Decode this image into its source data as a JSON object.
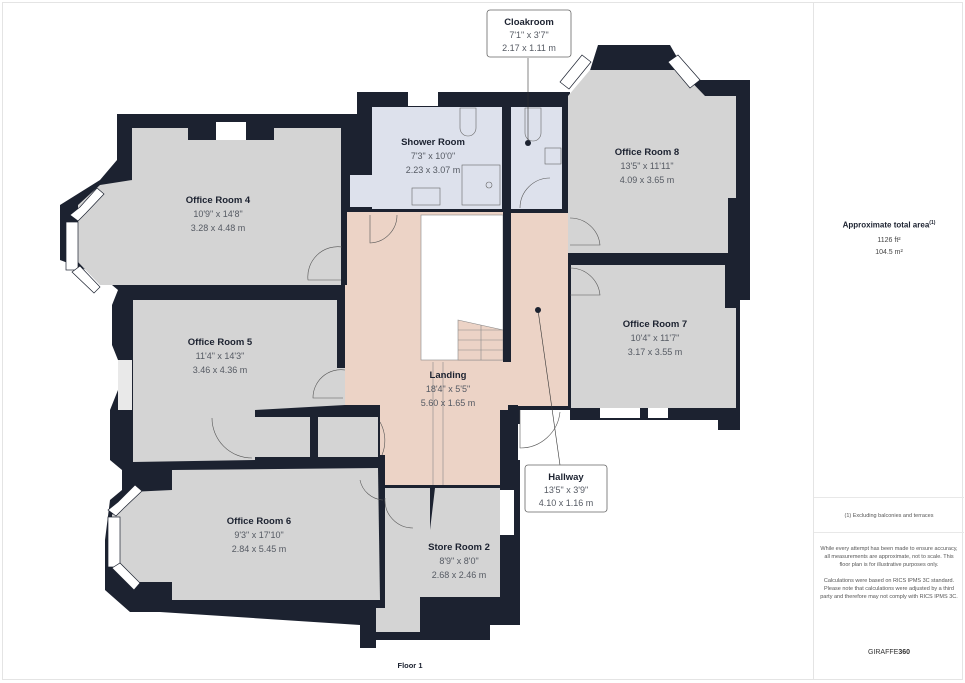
{
  "floor_label": "Floor 1",
  "rooms": {
    "office4": {
      "name": "Office Room 4",
      "imperial": "10'9\" x 14'8\"",
      "metric": "3.28 x 4.48 m"
    },
    "office5": {
      "name": "Office Room 5",
      "imperial": "11'4\" x 14'3\"",
      "metric": "3.46 x 4.36 m"
    },
    "office6": {
      "name": "Office Room 6",
      "imperial": "9'3\" x 17'10\"",
      "metric": "2.84 x 5.45 m"
    },
    "office7": {
      "name": "Office Room  7",
      "imperial": "10'4\" x 11'7\"",
      "metric": "3.17 x 3.55 m"
    },
    "office8": {
      "name": "Office Room 8",
      "imperial": "13'5\" x 11'11\"",
      "metric": "4.09 x 3.65 m"
    },
    "shower": {
      "name": "Shower Room",
      "imperial": "7'3\" x 10'0\"",
      "metric": "2.23 x 3.07 m"
    },
    "cloakroom": {
      "name": "Cloakroom",
      "imperial": "7'1\" x 3'7\"",
      "metric": "2.17 x 1.11 m"
    },
    "landing": {
      "name": "Landing",
      "imperial": "18'4\" x 5'5\"",
      "metric": "5.60 x 1.65 m"
    },
    "hallway": {
      "name": "Hallway",
      "imperial": "13'5\" x 3'9\"",
      "metric": "4.10 x 1.16 m"
    },
    "store2": {
      "name": "Store Room 2",
      "imperial": "8'9\" x 8'0\"",
      "metric": "2.68 x 2.46 m"
    }
  },
  "sidebar": {
    "area_title": "Approximate total area",
    "area_footnote_mark": "(1)",
    "area_ft": "1126 ft²",
    "area_m": "104.5 m²",
    "note": "(1) Excluding balconies and terraces",
    "disclaimer_1": "While every attempt has been made to ensure accuracy, all measurements are approximate, not to scale. This floor plan is for illustrative purposes only.",
    "disclaimer_2": "Calculations were based on RICS IPMS 3C standard. Please note that calculations were adjusted by a third party and therefore may not comply with RICS IPMS 3C.",
    "brand_a": "GIRAFFE",
    "brand_b": "360"
  },
  "colors": {
    "wall": "#1c2230",
    "room": "#d4d4d4",
    "wet_room": "#dde1ec",
    "landing": "#ecd3c6",
    "background": "#ffffff"
  }
}
